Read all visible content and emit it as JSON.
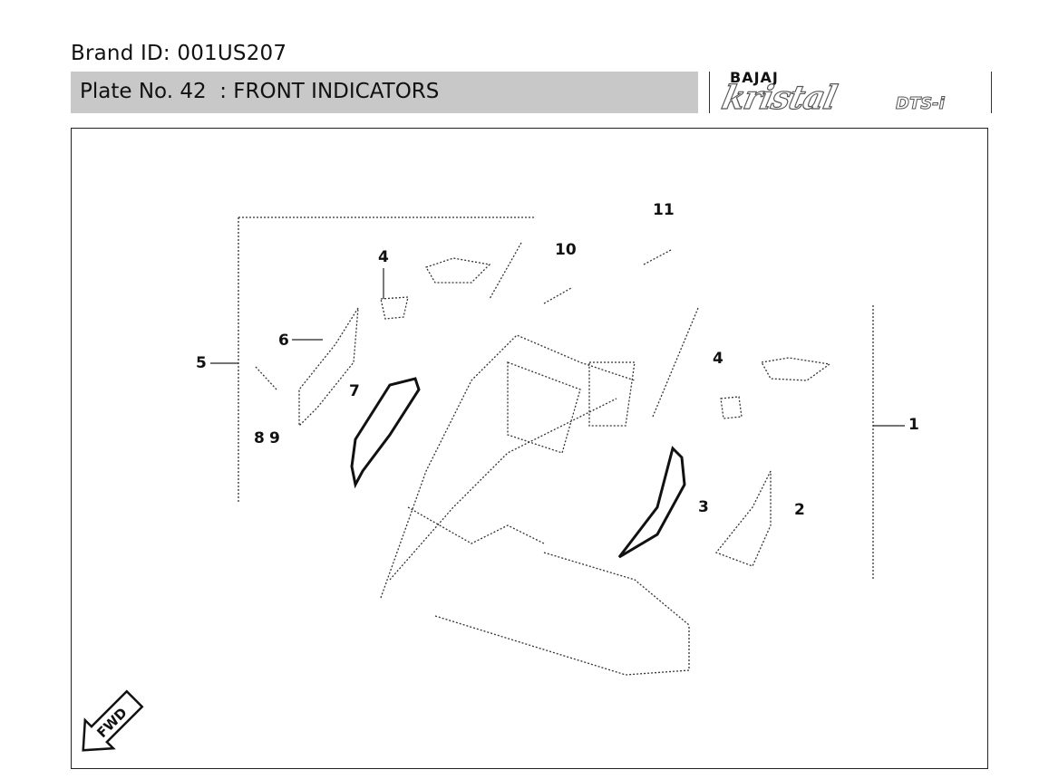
{
  "header": {
    "brand_id": "Brand ID: 001US207",
    "plate_title": "Plate No. 42  : FRONT INDICATORS"
  },
  "logo": {
    "maker": "BAJAJ",
    "model": "kristal",
    "variant": "DTS-i"
  },
  "diagram": {
    "callouts": [
      "1",
      "2",
      "3",
      "4",
      "4",
      "5",
      "6",
      "7",
      "8",
      "9",
      "10",
      "11"
    ],
    "fwd_label": "FWD",
    "line_color": "#333333"
  }
}
